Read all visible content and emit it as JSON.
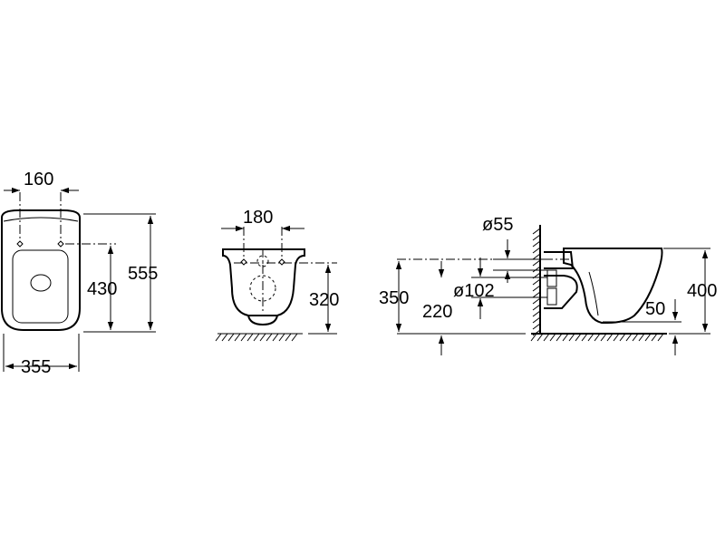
{
  "drawing": {
    "front_view": {
      "dim_width_top": "160",
      "dim_height": "430",
      "dim_total_height": "555",
      "dim_width_bottom": "355"
    },
    "rear_view": {
      "dim_hole_spacing": "180",
      "dim_height": "320"
    },
    "side_view": {
      "dim_inlet_diameter": "ø55",
      "dim_outlet_diameter": "ø102",
      "dim_bolt_height": "350",
      "dim_outlet_height": "220",
      "dim_total_height": "400",
      "dim_bottom_offset": "50"
    }
  }
}
